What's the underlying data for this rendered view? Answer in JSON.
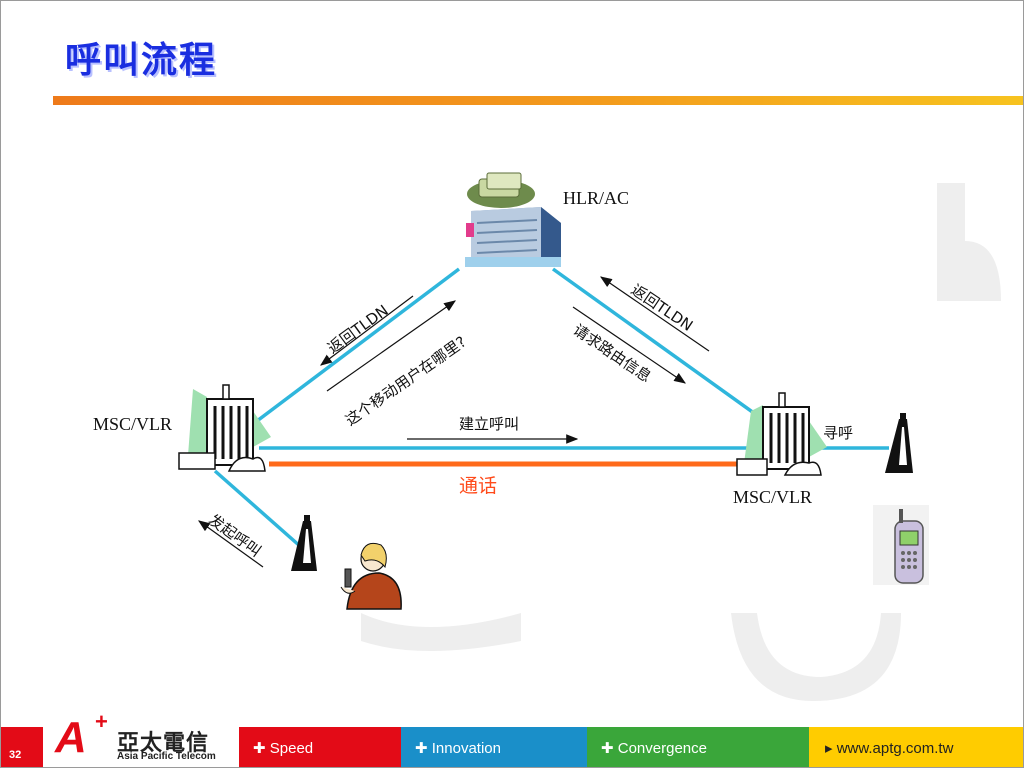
{
  "slide": {
    "title": "呼叫流程",
    "page_number": "32"
  },
  "diagram": {
    "hlr_label": "HLR/AC",
    "msc_left_label": "MSC/VLR",
    "msc_right_label": "MSC/VLR",
    "left_edge_return": "返回TLDN",
    "left_edge_query": "这个移动用户在哪里?",
    "right_edge_return": "返回TLDN",
    "right_edge_request": "请求路由信息",
    "setup_call": "建立呼叫",
    "talk": "通话",
    "page": "寻呼",
    "originate": "发起呼叫",
    "colors": {
      "link": "#2fb6dc",
      "talk_line": "#ff6a1a",
      "title": "#1a2ee0"
    }
  },
  "footer": {
    "logo_cn": "亞太電信",
    "logo_en": "Asia Pacific Telecom",
    "speed": "Speed",
    "innovation": "Innovation",
    "convergence": "Convergence",
    "website": "www.aptg.com.tw"
  }
}
